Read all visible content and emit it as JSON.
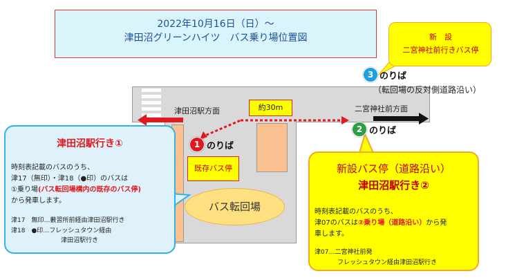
{
  "title": {
    "date": "2022年10月16日（日）～",
    "name": "津田沼グリーンハイツ　バス乗り場位置図"
  },
  "map": {
    "west_label": "津田沼駅方面",
    "east_label": "二宮神社前方面",
    "distance": "約30m",
    "existing_stop": "既存バス停",
    "turnaround": "バス転回場"
  },
  "stops": [
    {
      "num": "1",
      "label": "のりば",
      "color": "#e0191f"
    },
    {
      "num": "2",
      "label": "のりば",
      "color": "#2e9e45"
    },
    {
      "num": "3",
      "label": "のりば",
      "color": "#1ba0e2",
      "note": "（転回場の反対側道路沿い）"
    }
  ],
  "new_stop_callout": {
    "line1": "新　設",
    "line2": "二宮神社前行きバス停"
  },
  "left_callout": {
    "heading": "津田沼駅行き①",
    "p1": "時刻表記載のバスのうち、",
    "p2": "津17（無印）・津18（●印）のバスは",
    "p3a": "①乗り場",
    "p3b": "(バス転回場構内の既存のバス停)",
    "p4": "から発車します。",
    "n1": "津17　無印…藪習所前経由津田沼駅行き",
    "n2": "津18　●印…フレッシュタウン経由",
    "n3": "津田沼駅行き"
  },
  "right_callout": {
    "heading1": "新設バス停（道路沿い）",
    "heading2": "津田沼駅行き②",
    "p1": "時刻表記載のバスのうち、",
    "p2a": "津07のバスは",
    "p2b": "②乗り場（道路沿い）",
    "p2c": "から発",
    "p3": "車します。",
    "n1": "津07…二宮神社前発",
    "n2": "フレッシュタウン経由津田沼駅行き"
  },
  "colors": {
    "red": "#e0191f",
    "green": "#2e9e45",
    "blue": "#1ba0e2",
    "yellow": "#ffff00",
    "light_blue": "#dff2fb"
  }
}
